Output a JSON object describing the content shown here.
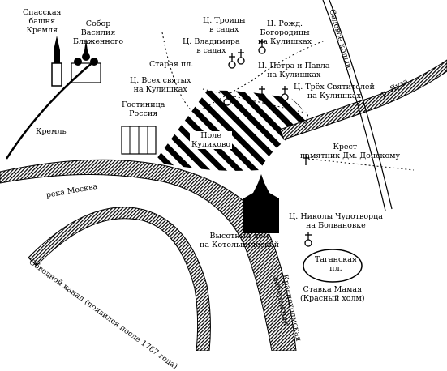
{
  "labels": {
    "spasskaya": [
      "Спасская",
      "башня",
      "Кремля"
    ],
    "sobor": [
      "Собор",
      "Василия",
      "Блаженного"
    ],
    "troitsy": [
      "Ц. Троицы",
      "в садах"
    ],
    "vladimira": [
      "Ц. Владимира",
      "в садах"
    ],
    "rozhd": [
      "Ц. Рожд.",
      "Богородицы",
      "на Кулишках"
    ],
    "staraya": "Старая пл.",
    "petra": [
      "Ц. Петра и Павла",
      "на Кулишках"
    ],
    "vseh": [
      "Ц. Всех святых",
      "на Кулишках"
    ],
    "treh": [
      "Ц. Трёх Святителей",
      "на Кулишках"
    ],
    "gostinitsa": [
      "Гостиница",
      "Россия"
    ],
    "kreml": "Кремль",
    "pole": [
      "Поле",
      "Куликово"
    ],
    "krest": [
      "Крест —",
      "памятник Дм. Донскому"
    ],
    "moskva": "река  Москва",
    "yauza": "р. Яуза",
    "sadovoe": "Садовое кольцо",
    "nikoly": [
      "Ц. Николы Чудотворца",
      "на Болвановке"
    ],
    "vysotny": [
      "Высотный дом",
      "на Котельнической"
    ],
    "obvodnoy": "Обводной канал (появился после 1767 года)",
    "taganskaya": [
      "Таганская",
      "пл."
    ],
    "nab": [
      "Краснохолмская",
      "набережная"
    ],
    "stavka": [
      "Ставка Мамая",
      "(Красный холм)"
    ]
  }
}
